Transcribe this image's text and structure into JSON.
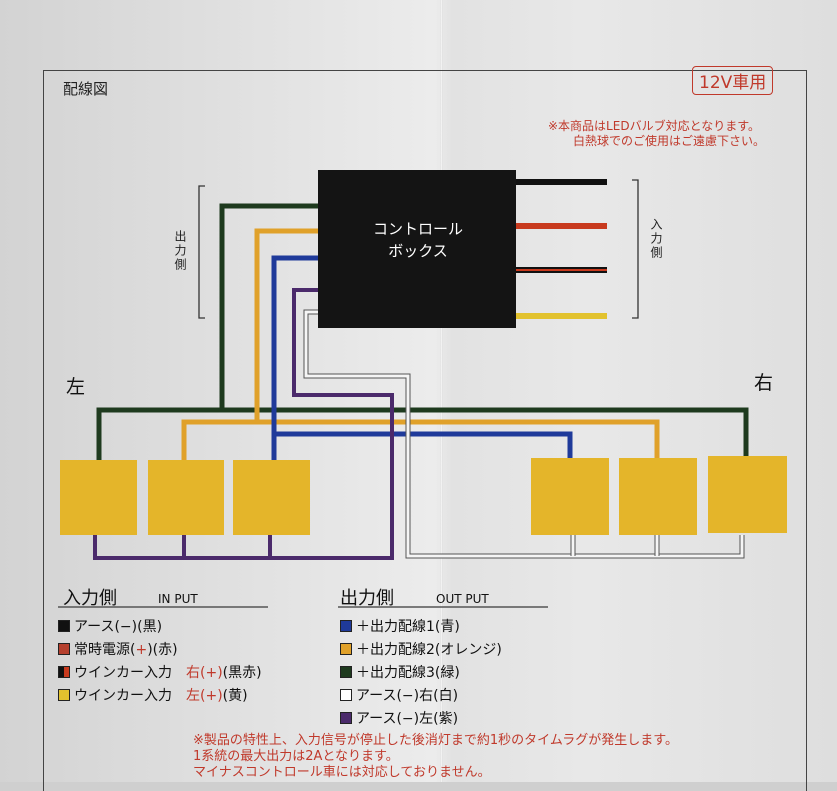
{
  "title": "配線図",
  "voltage_badge": "12V車用",
  "notes_top": [
    "※本商品はLEDバルブ対応となります。",
    "白熱球でのご使用はご遠慮下さい。"
  ],
  "control_box": {
    "line1": "コントロール",
    "line2": "ボックス"
  },
  "output_side_label": "出力側",
  "input_side_label": "入力側",
  "left_label": "左",
  "right_label": "右",
  "input_section": {
    "title": "入力側",
    "title_en": "IN PUT",
    "rows": [
      {
        "swatch": "#111111",
        "text_a": "アース(−)(黒)",
        "text_b": "",
        "text_c": ""
      },
      {
        "swatch": "#b5402e",
        "text_a": "常時電源(",
        "text_b": "+",
        "text_c": ")(赤)"
      },
      {
        "swatch": "#7a1f14",
        "text_a": "ウインカー入力　",
        "text_b": "右(+)",
        "text_c": "(黒赤)"
      },
      {
        "swatch": "#e2c22e",
        "text_a": "ウインカー入力　",
        "text_b": "左(+)",
        "text_c": "(黄)"
      }
    ]
  },
  "output_section": {
    "title": "出力側",
    "title_en": "OUT PUT",
    "rows": [
      {
        "swatch": "#1f3a9a",
        "text": "＋出力配線1(青)"
      },
      {
        "swatch": "#e0a12a",
        "text": "＋出力配線2(オレンジ)"
      },
      {
        "swatch": "#1e3a1e",
        "text": "＋出力配線3(緑)"
      },
      {
        "swatch": "#ffffff",
        "text": "アース(−)右(白)"
      },
      {
        "swatch": "#4b2a6b",
        "text": "アース(−)左(紫)"
      }
    ]
  },
  "notes_bottom": [
    "※製品の特性上、入力信号が停止した後消灯まで約1秒のタイムラグが発生します。",
    "1系統の最大出力は2Aとなります。",
    "マイナスコントロール車には対応しておりません。"
  ],
  "colors": {
    "green": "#1e3a1e",
    "orange": "#e0a12a",
    "blue": "#1f3a9a",
    "purple": "#4b2a6b",
    "white": "#f5f5f5",
    "black": "#111111",
    "red": "#c83a1e",
    "yellow": "#e2c22e",
    "bulb": "#e4b52a",
    "accent_red": "#c0392b"
  }
}
